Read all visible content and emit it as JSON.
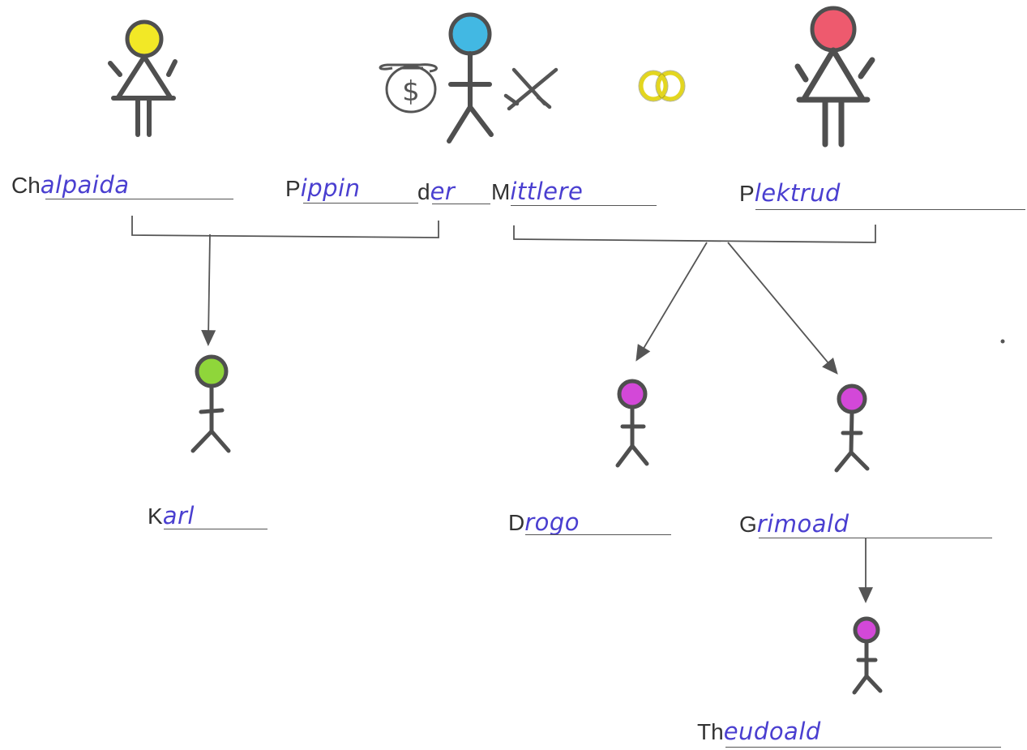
{
  "people": {
    "chalpaida": {
      "prefix": "Ch",
      "handwritten": "alpaida",
      "head_color": "#f2e826"
    },
    "pippin": {
      "prefix": "P",
      "handwritten": "ippin",
      "prefix2": "d",
      "handwritten2": "er",
      "prefix3": "M",
      "handwritten3": "ittlere",
      "head_color": "#42b8e3"
    },
    "plektrud": {
      "prefix": "P",
      "handwritten": "lektrud",
      "head_color": "#ee5a6e"
    },
    "karl": {
      "prefix": "K",
      "handwritten": "arl",
      "head_color": "#8fd63a"
    },
    "drogo": {
      "prefix": "D",
      "handwritten": "rogo",
      "head_color": "#d348d8"
    },
    "grimoald": {
      "prefix": "G",
      "handwritten": "rimoald",
      "head_color": "#d348d8"
    },
    "theudoald": {
      "prefix": "Th",
      "handwritten": "eudoald",
      "head_color": "#d348d8"
    }
  },
  "symbols": {
    "money_bag": {
      "icon": "money-bag-icon",
      "glyph": "$"
    },
    "swords": {
      "icon": "crossed-swords-icon"
    },
    "rings": {
      "icon": "wedding-rings-icon",
      "color": "#e3d61f"
    }
  },
  "colors": {
    "ink": "#4a4a4a",
    "handwriting": "#4a3fd0"
  }
}
